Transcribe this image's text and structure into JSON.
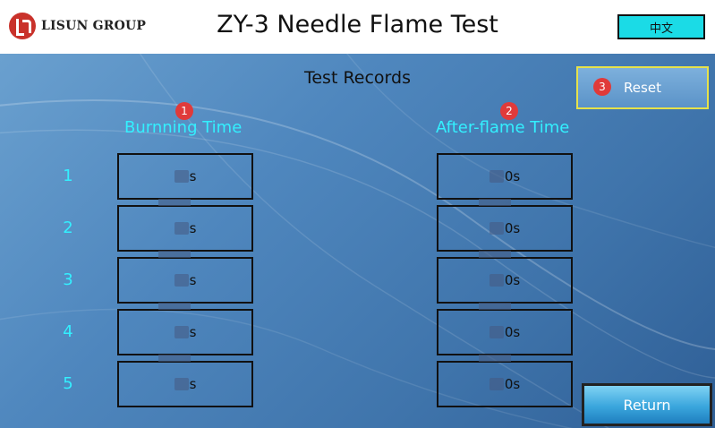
{
  "header": {
    "logo_text": "LISUN GROUP",
    "title": "ZY-3 Needle Flame Test",
    "language_button": "中文"
  },
  "main": {
    "section_title": "Test Records",
    "reset_label": "Reset",
    "return_label": "Return",
    "columns": {
      "burning": "Burnning Time",
      "after": "After-flame Time"
    },
    "badges": {
      "one": "1",
      "two": "2",
      "three": "3"
    },
    "rows": [
      {
        "num": "1",
        "burning_unit": "s",
        "after_unit": "0s"
      },
      {
        "num": "2",
        "burning_unit": "s",
        "after_unit": "0s"
      },
      {
        "num": "3",
        "burning_unit": "s",
        "after_unit": "0s"
      },
      {
        "num": "4",
        "burning_unit": "s",
        "after_unit": "0s"
      },
      {
        "num": "5",
        "burning_unit": "s",
        "after_unit": "0s"
      }
    ]
  },
  "colors": {
    "accent_cyan": "#33f0ff",
    "badge_red": "#e03a3a",
    "language_button_bg": "#1bdbe6"
  }
}
